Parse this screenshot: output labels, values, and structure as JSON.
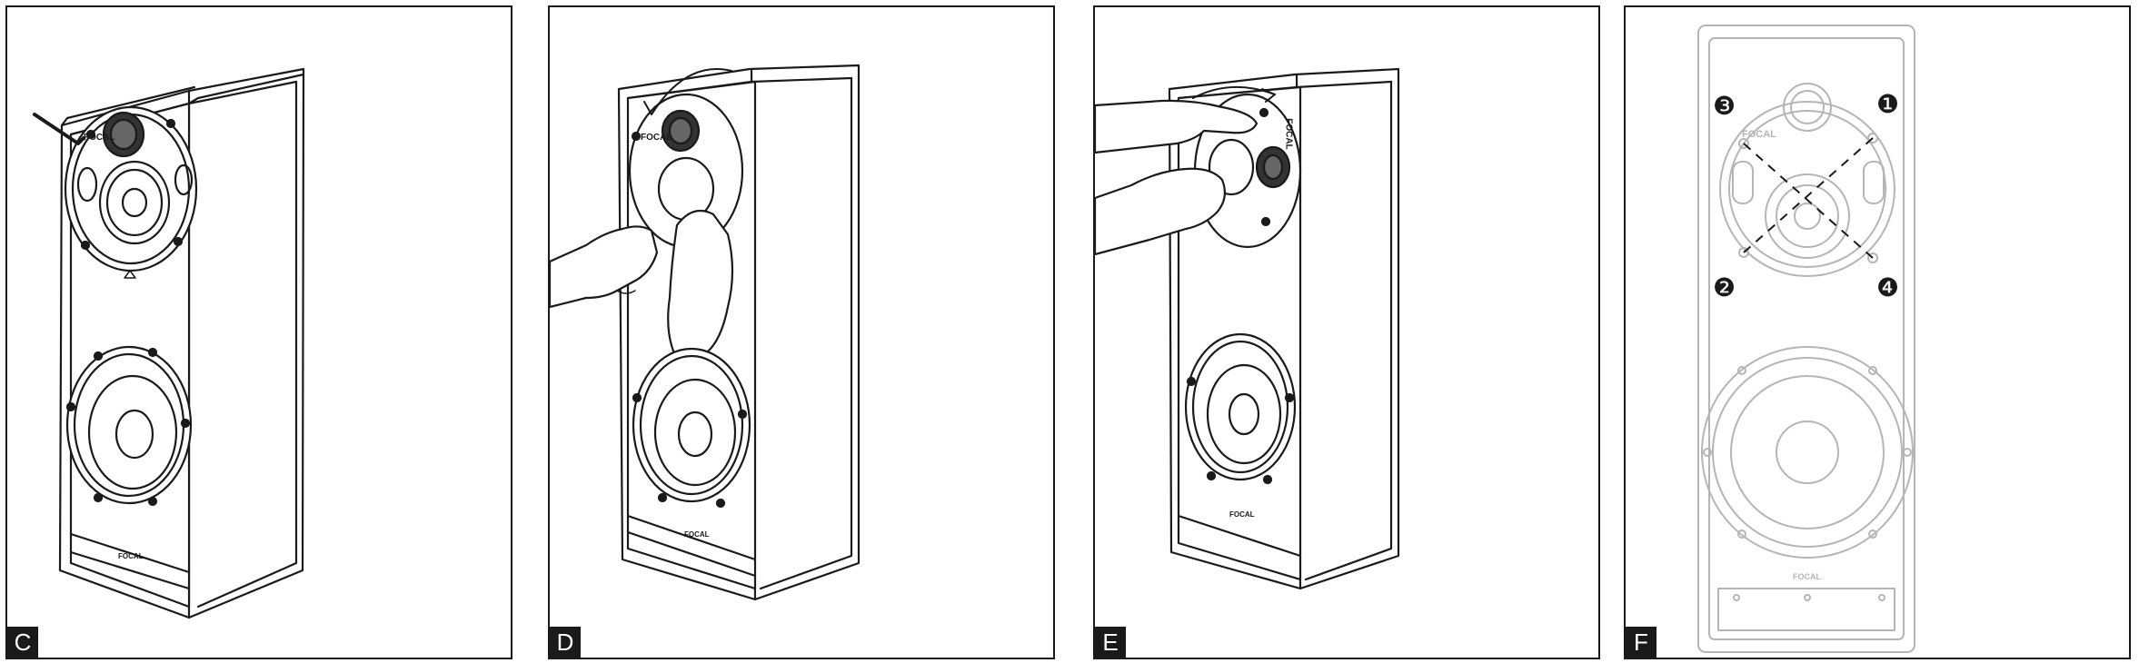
{
  "panels": [
    {
      "label": "C",
      "brand_mid": "FOCAL",
      "brand_bottom": "FOCAL"
    },
    {
      "label": "D",
      "brand_mid": "FOCAL",
      "brand_bottom": "FOCAL"
    },
    {
      "label": "E",
      "brand_mid": "FOCAL",
      "brand_bottom": "FOCAL"
    },
    {
      "label": "F",
      "brand_mid": "FOCAL",
      "brand_bottom": "FOCAL",
      "screw_order": [
        "❸",
        "❶",
        "❷",
        "❹"
      ]
    }
  ],
  "colors": {
    "line": "#1a1a1a",
    "faded": "#b5b5b5",
    "screw": "#1a1a1a"
  }
}
